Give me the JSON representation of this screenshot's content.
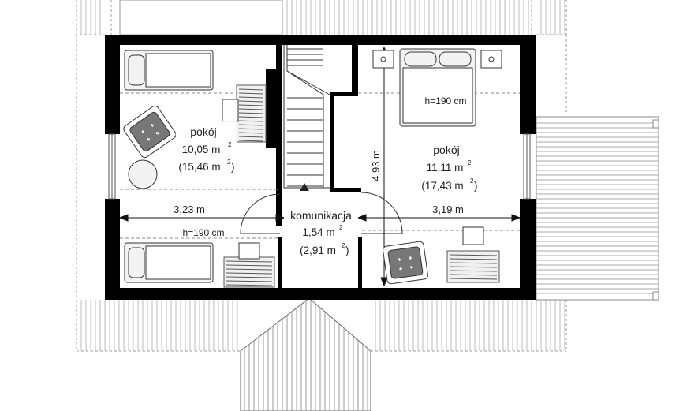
{
  "rooms": {
    "left_top": {
      "name": "pokój",
      "area": "10,05 m",
      "floor_area": "(15,46 m",
      "floor_close": ")",
      "sup": "2"
    },
    "right": {
      "name": "pokój",
      "area": "11,11 m",
      "floor_area": "(17,43 m",
      "floor_close": ")",
      "sup": "2"
    },
    "corridor": {
      "name": "komunikacja",
      "area": "1,54 m",
      "floor_area": "(2,91 m",
      "floor_close": ")",
      "sup": "2"
    }
  },
  "dimensions": {
    "left_width": "3,23 m",
    "right_width": "3,19 m",
    "right_depth": "4,93 m"
  },
  "height_notes": {
    "left": "h=190 cm",
    "right": "h=190 cm"
  },
  "colors": {
    "wall": "#000000",
    "line": "#333333",
    "roof_line": "#888888",
    "furniture_fill": "#f3f3f3",
    "chair_fill": "#777777"
  }
}
